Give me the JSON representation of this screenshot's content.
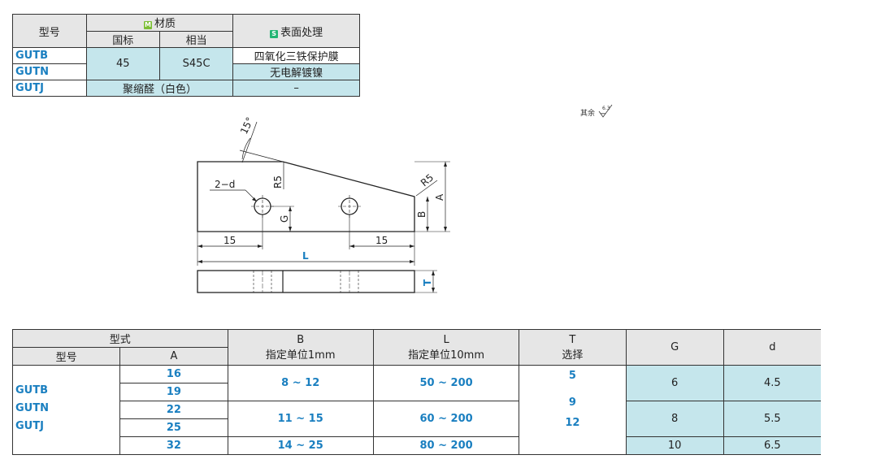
{
  "material_table": {
    "h_model": "型号",
    "h_material": "材质",
    "material_badge": "M",
    "h_standard": "国标",
    "h_equivalent": "相当",
    "h_surface": "表面处理",
    "surface_badge": "S",
    "rows": [
      {
        "model": "GUTB",
        "surface": "四氧化三铁保护膜"
      },
      {
        "model": "GUTN",
        "surface": "无电解镀镍"
      },
      {
        "model": "GUTJ",
        "material": "聚缩醛（白色）",
        "surface": "–"
      }
    ],
    "shared_standard": "45",
    "shared_equivalent": "S45C"
  },
  "surface_note": {
    "text": "其余",
    "roughness": "6.3"
  },
  "drawing": {
    "angle": "15°",
    "holes": "2−d",
    "r5_top": "R5",
    "r5_corner": "R5",
    "dim_a": "A",
    "dim_b": "B",
    "dim_g": "G",
    "dim_15_left": "15",
    "dim_15_right": "15",
    "dim_l": "L",
    "dim_t": "T"
  },
  "spec_table": {
    "h_type": "型式",
    "h_model": "型号",
    "h_a": "A",
    "h_b": "B",
    "h_b_sub": "指定单位1mm",
    "h_l": "L",
    "h_l_sub": "指定单位10mm",
    "h_t": "T",
    "h_t_sub": "选择",
    "h_g": "G",
    "h_d": "d",
    "models": [
      "GUTB",
      "GUTN",
      "GUTJ"
    ],
    "a_values": [
      "16",
      "19",
      "22",
      "25",
      "32"
    ],
    "b_ranges": [
      "8 ~ 12",
      "11 ~ 15",
      "14 ~ 25"
    ],
    "l_ranges": [
      "50 ~ 200",
      "60 ~ 200",
      "80 ~ 200"
    ],
    "t_values": [
      "5",
      "9",
      "12"
    ],
    "g_values": [
      "6",
      "8",
      "10"
    ],
    "d_values": [
      "4.5",
      "5.5",
      "6.5"
    ]
  }
}
